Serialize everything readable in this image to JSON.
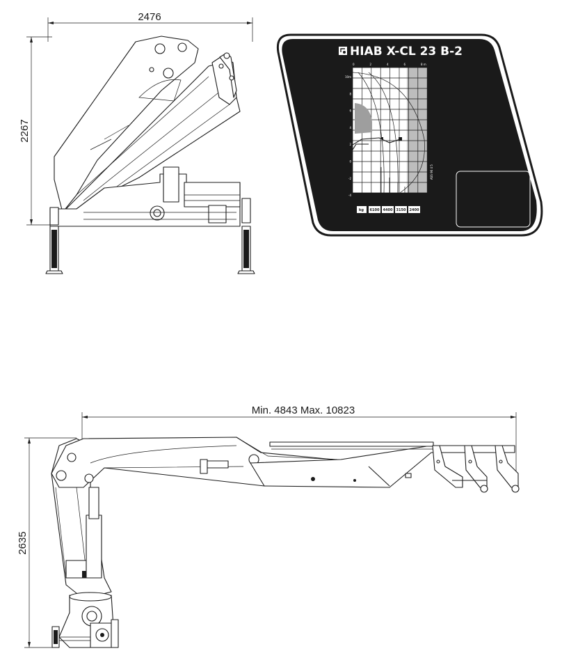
{
  "top_view": {
    "width_dim": "2476",
    "height_dim": "2267"
  },
  "side_view": {
    "reach_dim": "Min. 4843 Max. 10823",
    "height_dim": "2635"
  },
  "badge": {
    "title": "HIAB X-CL 23 B-2",
    "x_ticks": [
      "0",
      "2",
      "4",
      "6",
      "8 m"
    ],
    "y_ticks": [
      "10m",
      "8",
      "6",
      "4",
      "2",
      "0",
      "-2",
      "-4"
    ],
    "unit_label": "kg",
    "capacities": [
      "6100",
      "4400",
      "3150",
      "2400"
    ],
    "part_number": "ASS 96 4 5"
  }
}
